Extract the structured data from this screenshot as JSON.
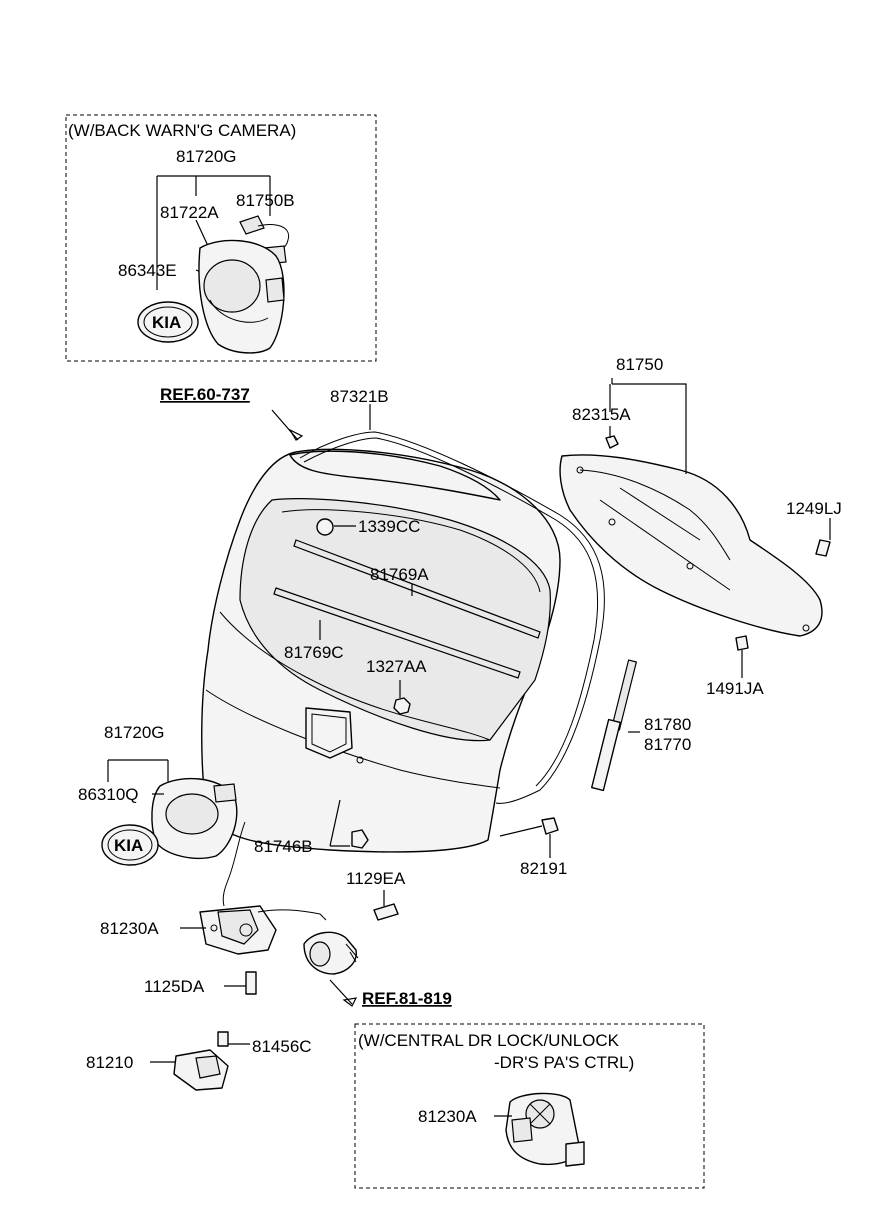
{
  "boxes": {
    "camera_title": "(W/BACK WARN'G CAMERA)",
    "central_lock_title_line1": "(W/CENTRAL DR LOCK/UNLOCK",
    "central_lock_title_line2": "-DR'S  PA'S CTRL)"
  },
  "refs": {
    "ref_60_737": "REF.60-737",
    "ref_81_819": "REF.81-819"
  },
  "parts": {
    "p81720G_top": "81720G",
    "p81722A": "81722A",
    "p81750B": "81750B",
    "p86343E": "86343E",
    "p81750": "81750",
    "p82315A": "82315A",
    "p87321B": "87321B",
    "p1249LJ": "1249LJ",
    "p1339CC": "1339CC",
    "p81769A": "81769A",
    "p81769C": "81769C",
    "p1327AA": "1327AA",
    "p1491JA": "1491JA",
    "p81720G_mid": "81720G",
    "p81780": "81780",
    "p81770": "81770",
    "p86310Q": "86310Q",
    "p81746B": "81746B",
    "p82191": "82191",
    "p1129EA": "1129EA",
    "p81230A_main": "81230A",
    "p1125DA": "1125DA",
    "p81456C": "81456C",
    "p81210": "81210",
    "p81230A_box": "81230A"
  },
  "emblem_text": "KIA"
}
